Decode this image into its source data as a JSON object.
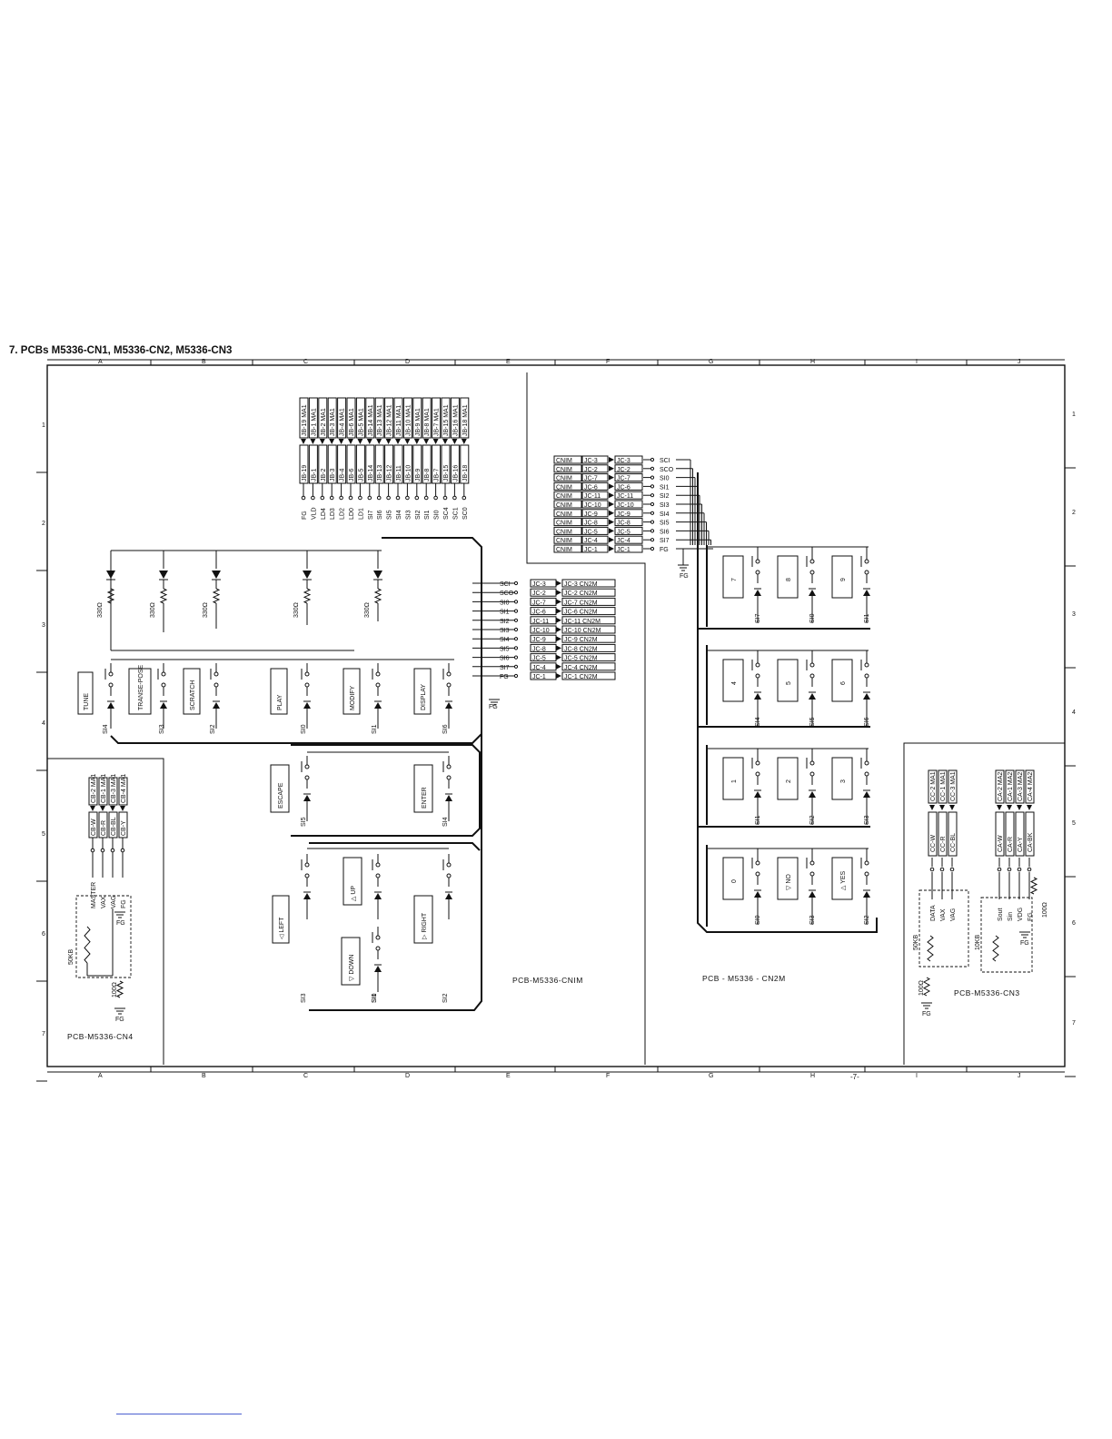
{
  "page": {
    "title": "7.  PCBs M5336-CN1,  M5336-CN2,  M5336-CN3",
    "page_number": "-7-"
  },
  "grid": {
    "columns": [
      "A",
      "B",
      "C",
      "D",
      "E",
      "F",
      "G",
      "H",
      "I",
      "J"
    ],
    "rows": [
      "1",
      "2",
      "3",
      "4",
      "5",
      "6",
      "7"
    ]
  },
  "boards": {
    "cn1m": {
      "label": "PCB-M5336-CNIM"
    },
    "cn2m": {
      "label": "PCB - M5336 - CN2M"
    },
    "cn3": {
      "label": "PCB-M5336-CN3"
    },
    "cn4": {
      "label": "PCB-M5336-CN4"
    }
  },
  "top_connector": {
    "signals": [
      "FG",
      "VLD",
      "LD4",
      "LD3",
      "LD2",
      "LD0",
      "LD1",
      "SI7",
      "SI6",
      "SI5",
      "SI4",
      "SI3",
      "SI2",
      "SI1",
      "SI0",
      "SC4",
      "SC1",
      "SC0"
    ],
    "jb_left": [
      "JB-19",
      "JB-1",
      "JB-2",
      "JB-3",
      "JB-4",
      "JB-6",
      "JB-5",
      "JB-14",
      "JB-13",
      "JB-12",
      "JB-11",
      "JB-10",
      "JB-9",
      "JB-8",
      "JB-7",
      "JB-15",
      "JB-16",
      "JB-18"
    ],
    "jb_right": [
      "JB-19 MA1",
      "JB-1 MA1",
      "JB-2 MA1",
      "JB-3 MA1",
      "JB-4 MA1",
      "JB-6 MA1",
      "JB-5 MA1",
      "JB-14 MA1",
      "JB-13 MA1",
      "JB-12 MA1",
      "JB-11 MA1",
      "JB-10 MA1",
      "JB-9 MA1",
      "JB-8 MA1",
      "JB-7 MA1",
      "JB-15 MA1",
      "JB-16 MA1",
      "JB-18 MA1"
    ]
  },
  "mid_connector": {
    "signals": [
      "SCI",
      "SCO",
      "SI0",
      "SI1",
      "SI2",
      "SI3",
      "SI4",
      "SI5",
      "SI6",
      "SI7",
      "FG"
    ],
    "jc_left": [
      "JC-3",
      "JC-2",
      "JC-7",
      "JC-6",
      "JC-11",
      "JC-10",
      "JC-9",
      "JC-8",
      "JC-5",
      "JC-4",
      "JC-1"
    ],
    "jc_right": [
      "JC-3 CN2M",
      "JC-2 CN2M",
      "JC-7 CN2M",
      "JC-6 CN2M",
      "JC-11 CN2M",
      "JC-10 CN2M",
      "JC-9 CN2M",
      "JC-8 CN2M",
      "JC-5 CN2M",
      "JC-4 CN2M",
      "JC-1 CN2M"
    ]
  },
  "cn2m_connector": {
    "left": [
      "CNIM",
      "CNIM",
      "CNIM",
      "CNIM",
      "CNIM",
      "CNIM",
      "CNIM",
      "CNIM",
      "CNIM",
      "CNIM",
      "CNIM"
    ],
    "jc_mid": [
      "JC-3",
      "JC-2",
      "JC-7",
      "JC-6",
      "JC-11",
      "JC-10",
      "JC-9",
      "JC-8",
      "JC-5",
      "JC-4",
      "JC-1"
    ],
    "jc_right": [
      "JC-3",
      "JC-2",
      "JC-7",
      "JC-6",
      "JC-11",
      "JC-10",
      "JC-9",
      "JC-8",
      "JC-5",
      "JC-4",
      "JC-1"
    ],
    "signals": [
      "SCI",
      "SCO",
      "SI0",
      "SI1",
      "SI2",
      "SI3",
      "SI4",
      "SI5",
      "SI6",
      "SI7",
      "FG"
    ]
  },
  "leds": {
    "resistor": "330Ω"
  },
  "cn1_keys": [
    {
      "label": "TUNE",
      "signal": "SI4"
    },
    {
      "label": "TRANSE-POSE",
      "signal": "SI3"
    },
    {
      "label": "SCRATCH",
      "signal": "SI2"
    },
    {
      "label": "PLAY",
      "signal": "SI0"
    },
    {
      "label": "MODIFY",
      "signal": "SI1"
    },
    {
      "label": "DISPLAY",
      "signal": "SI6"
    },
    {
      "label": "ESCAPE",
      "signal": "SI5"
    },
    {
      "label": "ENTER",
      "signal": "SI4"
    },
    {
      "label": "LEFT",
      "signal": "SI3"
    },
    {
      "label": "UP",
      "signal": "SI0"
    },
    {
      "label": "DOWN",
      "signal": "SI1"
    },
    {
      "label": "RIGHT",
      "signal": "SI2"
    }
  ],
  "cn2_keys": [
    {
      "label": "7",
      "signal": "SI7"
    },
    {
      "label": "8",
      "signal": "SI0"
    },
    {
      "label": "9",
      "signal": "SI1"
    },
    {
      "label": "4",
      "signal": "SI4"
    },
    {
      "label": "5",
      "signal": "SI5"
    },
    {
      "label": "6",
      "signal": "SI6"
    },
    {
      "label": "1",
      "signal": "SI1"
    },
    {
      "label": "2",
      "signal": "SI2"
    },
    {
      "label": "3",
      "signal": "SI3"
    },
    {
      "label": "0",
      "signal": "SI0"
    },
    {
      "label": "NO",
      "signal": "SI3"
    },
    {
      "label": "YES",
      "signal": "SI2"
    }
  ],
  "cn4": {
    "connector_left": [
      "CB-W",
      "CB-R",
      "CB-BL",
      "CB-Y"
    ],
    "connector_right": [
      "CB-2 MA1",
      "CB-1 MA1",
      "CB-3 MA1",
      "CB-4 MA1"
    ],
    "pots": [
      "MASTER",
      "VAX",
      "VAG",
      "FG"
    ],
    "pot_value": "50KB",
    "resistor": "100Ω",
    "ground": "FG"
  },
  "cn3": {
    "left_conn": [
      "CC-W",
      "CC-R",
      "CC-BL"
    ],
    "left_conn_right": [
      "CC-2 MA1",
      "CC-1 MA1",
      "CC-3 MA1"
    ],
    "left_signals": [
      "DATA",
      "VAX",
      "VAG"
    ],
    "left_pot": "50KB",
    "left_res": "100Ω",
    "right_conn": [
      "CA-W",
      "CA-R",
      "CA-Y",
      "CA-BK"
    ],
    "right_conn_right": [
      "CA-2 MA2",
      "CA-1 MA2",
      "CA-3 MA2",
      "CA-4 MA2"
    ],
    "right_signals": [
      "Sout",
      "Sin",
      "VDG",
      "FG"
    ],
    "right_pot": "10KB",
    "right_res": "100Ω",
    "ground": "FG"
  }
}
